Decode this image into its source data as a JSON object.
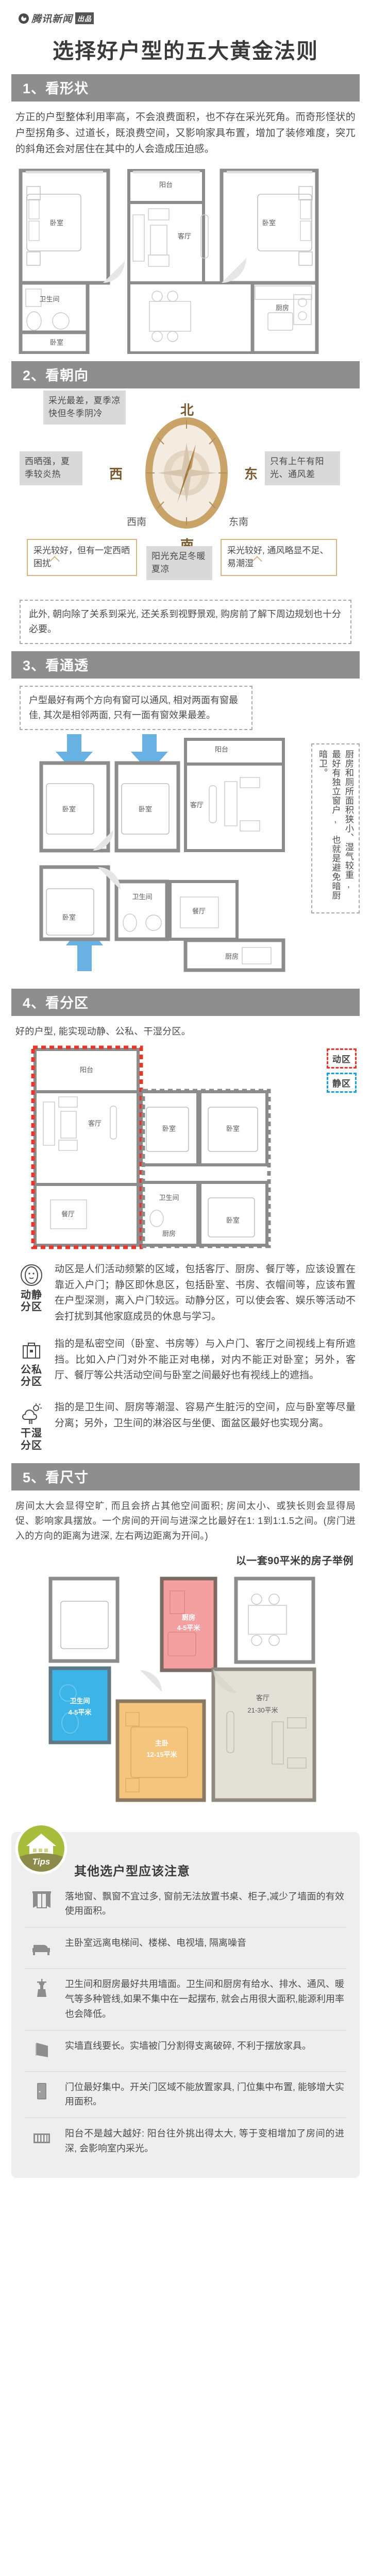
{
  "brand": {
    "name": "腾讯新闻",
    "tag": "出品"
  },
  "title": "选择好户型的五大黄金法则",
  "sections": [
    {
      "bar": "1、看形状",
      "body": "方正的户型整体利用率高，不会浪费面积，也不存在采光死角。而奇形怪状的户型拐角多、过道长，既浪费空间，又影响家具布置，增加了装修难度，突兀的斜角还会对居住在其中的人会造成压迫感。"
    },
    {
      "bar": "2、看朝向",
      "note": "此外, 朝向除了关系到采光, 还关系到视野景观, 购房前了解下周边规划也十分必要。"
    },
    {
      "bar": "3、看通透",
      "body": "户型最好有两个方向有窗可以通风, 相对两面有窗最佳, 其次是相邻两面, 只有一面有窗效果最差。",
      "vertical_note": "厨房和厕所面积狭小、湿气较重, 最好有独立窗户, 也就是避免暗厨暗卫。"
    },
    {
      "bar": "4、看分区",
      "body": "好的户型, 能实现动静、公私、干湿分区。"
    },
    {
      "bar": "5、看尺寸",
      "body": "房间太大会显得空旷, 而且会挤占其他空间面积; 房间太小、或狭长则会显得局促、影响家具摆放。一个房间的开间与进深之比最好在1: 1到1:1.5之间。(房门进入的方向的距离为进深, 左右两边距离为开间。)"
    }
  ],
  "compass": {
    "directions": {
      "north": "北",
      "south": "南",
      "east": "东",
      "west": "西",
      "southwest": "西南",
      "southeast": "东南"
    },
    "notes": {
      "north": "采光最差，夏季凉快但冬季阴冷",
      "west": "西晒强，夏季较炎热",
      "east": "只有上午有阳光、通风差",
      "south": "阳光充足冬暖夏凉",
      "southwest": "采光较好，但有一定西晒困扰",
      "southeast": "采光较好, 通风略显不足、易潮湿"
    }
  },
  "zones": {
    "legend": {
      "active": "动区",
      "quiet": "静区",
      "active_color": "#e8372a",
      "quiet_color": "#1a9ee0"
    },
    "items": [
      {
        "icon": "person-in-circle-icon",
        "name": "动静\n分区",
        "name_line1": "动静",
        "name_line2": "分区",
        "text": "动区是人们活动频繁的区域，包括客厅、厨房、餐厅等，应该设置在靠近入户门；静区即休息区，包括卧室、书房、衣帽间等，应该布置在户型深测，离入户门较远。动静分区，可以使会客、娱乐等活动不会打扰到其他家庭成员的休息与学习。"
      },
      {
        "icon": "briefcase-icon",
        "name_line1": "公私",
        "name_line2": "分区",
        "text": "指的是私密空间（卧室、书房等）与入户门、客厅之间视线上有所遮挡。比如入户门对外不能正对电梯，对内不能正对卧室；另外，客厅、餐厅等公共活动空间与卧室之间最好也有视线上的遮挡。"
      },
      {
        "icon": "cloud-sun-icon",
        "name_line1": "干湿",
        "name_line2": "分区",
        "text": "指的是卫生间、厨房等潮湿、容易产生脏污的空间，应与卧室等尽量分离；另外，卫生间的淋浴区与坐便、面盆区最好也实现分离。"
      }
    ]
  },
  "example": {
    "caption": "以一套90平米的房子举例",
    "rooms": [
      {
        "name": "厨房",
        "size": "4-5平米",
        "color": "#f4a0a0"
      },
      {
        "name": "卫生间",
        "size": "4-5平米",
        "color": "#3cb4e8"
      },
      {
        "name": "主卧",
        "size": "12-15平米",
        "color": "#f5c47d"
      },
      {
        "name": "客厅",
        "size": "21-30平米",
        "color": "#e3e0d8"
      }
    ]
  },
  "floorplan_labels": {
    "bedroom": "卧室",
    "living": "客厅",
    "balcony": "阳台",
    "bathroom": "卫生间",
    "kitchen": "厨房",
    "dining": "餐厅"
  },
  "tips": {
    "badge": "Tips",
    "title": "其他选户型应该注意",
    "items": [
      {
        "icon": "curtain-window-icon",
        "text": "落地窗、飘窗不宜过多, 窗前无法放置书桌、柜子,减少了墙面的有效使用面积。"
      },
      {
        "icon": "bed-icon",
        "text": "主卧室远离电梯间、楼梯、电视墙, 隔离噪音"
      },
      {
        "icon": "faucet-icon",
        "text": "卫生间和厨房最好共用墙面。卫生间和厨房有给水、排水、通风、暖气等多种管线,如果不集中在一起摆布, 就会占用很大面积,能源利用率也会降低。"
      },
      {
        "icon": "wall-icon",
        "text": "实墙直线要长。实墙被门分割得支离破碎, 不利于摆放家具。"
      },
      {
        "icon": "door-icon",
        "text": "门位最好集中。开关门区域不能放置家具, 门位集中布置, 能够增大实用面积。"
      },
      {
        "icon": "railing-icon",
        "text": "阳台不是越大越好: 阳台往外挑出得太大, 等于变相增加了房间的进深, 会影响室内采光。"
      }
    ]
  }
}
